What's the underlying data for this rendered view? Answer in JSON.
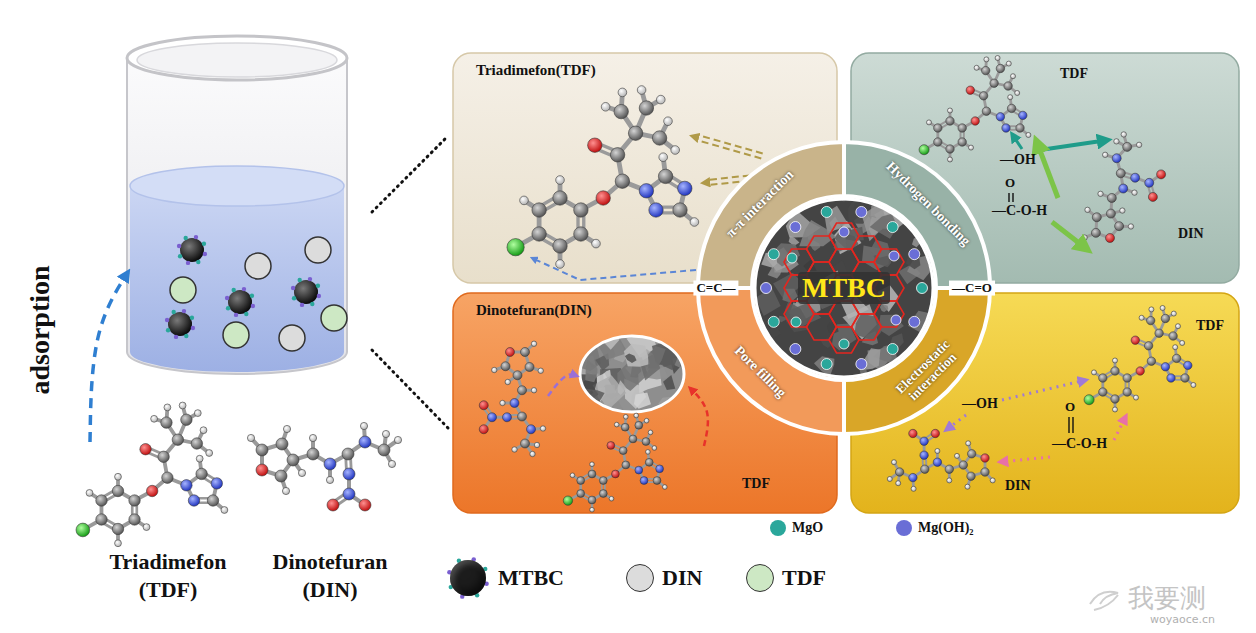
{
  "diagram": {
    "nodes": [
      {
        "text": [
          "Triadimefon(TDF)"
        ]
      },
      {
        "text": [
          "TDF",
          "—OH",
          "O",
          "—C-O-H",
          "DIN"
        ]
      },
      {
        "text": [
          "Dinotefuran(DIN)",
          "TDF"
        ]
      },
      {
        "text": [
          "TDF",
          "—OH",
          "O",
          "—C-O-H",
          "DIN"
        ]
      },
      {
        "text": [
          "MTBC"
        ]
      },
      {
        "text": [
          "π-π interaction"
        ]
      },
      {
        "text": [
          "Hydrogen bonding"
        ]
      },
      {
        "text": [
          "Pore filling"
        ]
      },
      {
        "text": [
          "Electrostatic interaction"
        ]
      }
    ],
    "labels": [
      "adsorption",
      "Triadimefon (TDF)",
      "Dinotefuran (DIN)",
      "C=C—",
      "—C=O",
      "我要测",
      "woyaoce.cn"
    ],
    "legend": [
      {
        "text": "MgO",
        "color": "#2aa79b"
      },
      {
        "text": "Mg(OH)₂",
        "color": "#6a6ed6"
      },
      {
        "text": "MTBC",
        "color": "#1c1c1c"
      },
      {
        "text": "DIN",
        "color": "#dcdcdc"
      },
      {
        "text": "TDF",
        "color": "#cde8c4"
      }
    ]
  }
}
